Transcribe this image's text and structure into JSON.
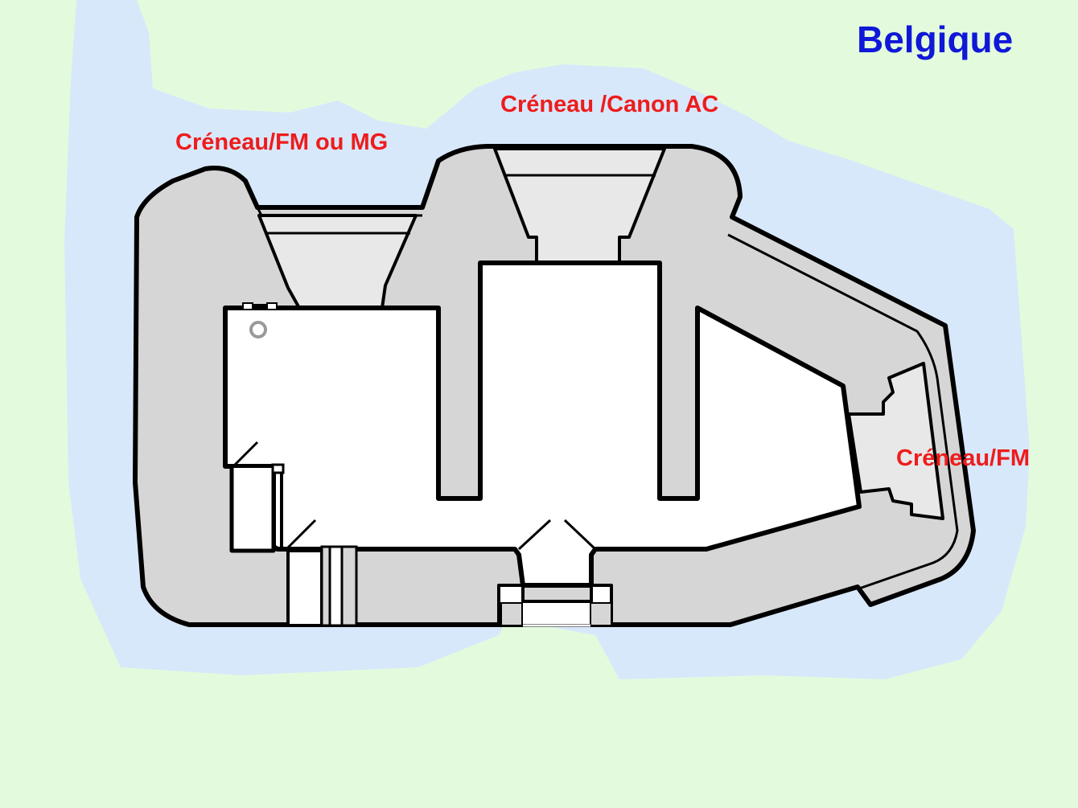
{
  "title": "Belgique",
  "labels": {
    "embrasure_top_left": "Créneau/FM ou MG",
    "embrasure_top_center": "Créneau /Canon AC",
    "embrasure_right": "Créneau/FM"
  },
  "colors": {
    "background": "#e3fbdc",
    "water": "#d8e8fb",
    "wall": "#d6d6d6",
    "interior": "#ffffff",
    "outline": "#000000",
    "label_red": "#ee1c1c",
    "title_blue": "#1018d8"
  }
}
